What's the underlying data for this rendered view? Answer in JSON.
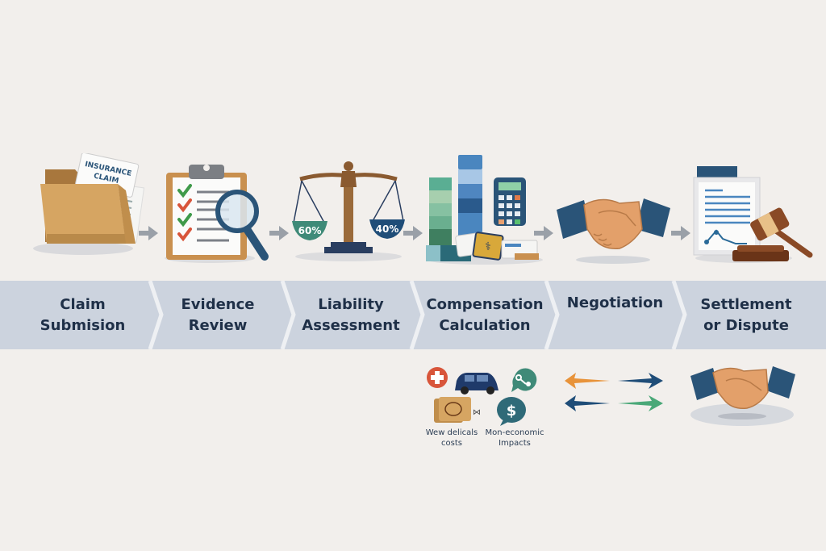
{
  "diagram": {
    "type": "process-flow",
    "steps": [
      {
        "id": "claim-submission",
        "label_line1": "Claim",
        "label_line2": "Submision",
        "icon": "folder-with-insurance-claim-icon",
        "icon_text_line1": "INSURANCE",
        "icon_text_line2": "CLAIM"
      },
      {
        "id": "evidence-review",
        "label_line1": "Evidence",
        "label_line2": "Review",
        "icon": "clipboard-checklist-magnifier-icon"
      },
      {
        "id": "liability-assessment",
        "label_line1": "Liability",
        "label_line2": "Assessment",
        "icon": "scales-of-justice-icon",
        "left_pan": "60%",
        "right_pan": "40%"
      },
      {
        "id": "compensation-calculation",
        "label_line1": "Compensation",
        "label_line2": "Calculation",
        "icon": "bar-chart-calculator-icon"
      },
      {
        "id": "negotiation",
        "label_line1": "Negotiation",
        "label_line2": "",
        "icon": "handshake-icon"
      },
      {
        "id": "settlement-or-dispute",
        "label_line1": "Settlement",
        "label_line2": "or Dispute",
        "icon": "document-gavel-icon"
      }
    ],
    "sub_details": {
      "compensation": {
        "icons": [
          "medical-cross-icon",
          "car-icon",
          "key-icon",
          "medical-bills-icon",
          "dollar-icon"
        ],
        "label_left_line1": "Wew delicals",
        "label_left_line2": "costs",
        "label_right_line1": "Mon-economic",
        "label_right_line2": "Impacts"
      },
      "negotiation": {
        "icons": [
          "arrow-left-orange-icon",
          "arrow-right-blue-icon",
          "arrow-left-blue-icon",
          "arrow-right-green-icon"
        ]
      },
      "settlement": {
        "icons": [
          "handshake-icon"
        ]
      }
    }
  },
  "colors": {
    "background": "#f2efec",
    "band": "#ccd3de",
    "band_divider": "#eef0f3",
    "label_text": "#1f3048",
    "arrow_gray": "#9aa0a8",
    "navy": "#2a5478",
    "teal": "#3f8a78",
    "folder": "#d6a562",
    "skin": "#e3a06a",
    "wood": "#8a4a26"
  }
}
